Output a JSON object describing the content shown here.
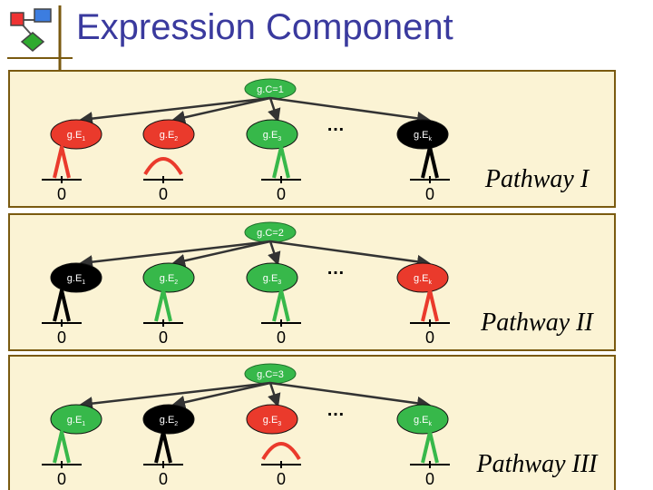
{
  "title": "Expression Component",
  "colors": {
    "title": "#3a3a9e",
    "panel_bg": "#fbf3d4",
    "panel_border": "#7a5a10",
    "root_node": "#37b84a",
    "high": "#37b84a",
    "low": "#ea3a2c",
    "neutral": "#000000",
    "rule": "#7a5a10"
  },
  "icon": "flowchart-logo-icon",
  "panels": [
    {
      "root": "g.C=1",
      "pathway": "Pathway I",
      "nodes": [
        {
          "label": "g.E",
          "sub": "1",
          "state": "low",
          "axis": "0",
          "peak": "up"
        },
        {
          "label": "g.E",
          "sub": "2",
          "state": "low",
          "axis": "0",
          "peak": "flat"
        },
        {
          "label": "g.E",
          "sub": "3",
          "state": "high",
          "axis": "0",
          "peak": "up"
        },
        {
          "label": "g.E",
          "sub": "k",
          "state": "neutral",
          "axis": "0",
          "peak": "up"
        }
      ],
      "ellipsis": "…"
    },
    {
      "root": "g.C=2",
      "pathway": "Pathway II",
      "nodes": [
        {
          "label": "g.E",
          "sub": "1",
          "state": "neutral",
          "axis": "0",
          "peak": "up"
        },
        {
          "label": "g.E",
          "sub": "2",
          "state": "high",
          "axis": "0",
          "peak": "up"
        },
        {
          "label": "g.E",
          "sub": "3",
          "state": "high",
          "axis": "0",
          "peak": "up"
        },
        {
          "label": "g.E",
          "sub": "k",
          "state": "low",
          "axis": "0",
          "peak": "up"
        }
      ],
      "ellipsis": "…"
    },
    {
      "root": "g.C=3",
      "pathway": "Pathway III",
      "nodes": [
        {
          "label": "g.E",
          "sub": "1",
          "state": "high",
          "axis": "0",
          "peak": "up"
        },
        {
          "label": "g.E",
          "sub": "2",
          "state": "neutral",
          "axis": "0",
          "peak": "up"
        },
        {
          "label": "g.E",
          "sub": "3",
          "state": "low",
          "axis": "0",
          "peak": "flat"
        },
        {
          "label": "g.E",
          "sub": "k",
          "state": "high",
          "axis": "0",
          "peak": "up"
        }
      ],
      "ellipsis": "…"
    }
  ]
}
